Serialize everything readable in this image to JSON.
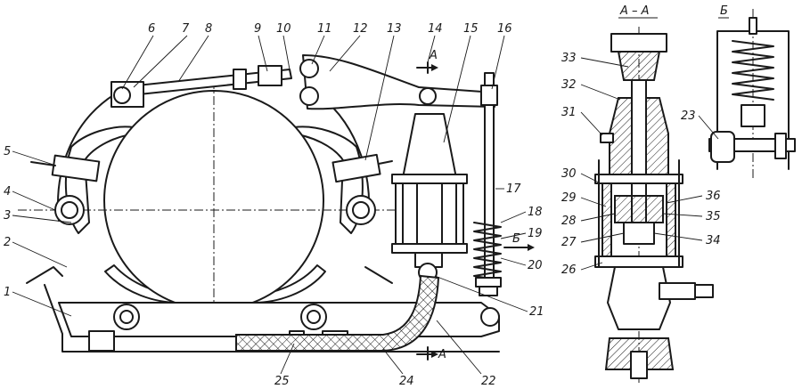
{
  "figure": {
    "background": "#ffffff",
    "ink": "#1a1a1a"
  },
  "section_titles": {
    "a_a": "А – А",
    "b": "Б"
  },
  "section_marks": {
    "a_top": "А",
    "a_bottom": "А",
    "b_arrow": "Б"
  },
  "callouts": {
    "c1": "1",
    "c2": "2",
    "c3": "3",
    "c4": "4",
    "c5": "5",
    "c6": "6",
    "c7": "7",
    "c8": "8",
    "c9": "9",
    "c10": "10",
    "c11": "11",
    "c12": "12",
    "c13": "13",
    "c14": "14",
    "c15": "15",
    "c16": "16",
    "c17": "17",
    "c18": "18",
    "c19": "19",
    "c20": "20",
    "c21": "21",
    "c22": "22",
    "c23": "23",
    "c24": "24",
    "c25": "25",
    "c26": "26",
    "c27": "27",
    "c28": "28",
    "c29": "29",
    "c30": "30",
    "c31": "31",
    "c32": "32",
    "c33": "33",
    "c34": "34",
    "c35": "35",
    "c36": "36"
  }
}
